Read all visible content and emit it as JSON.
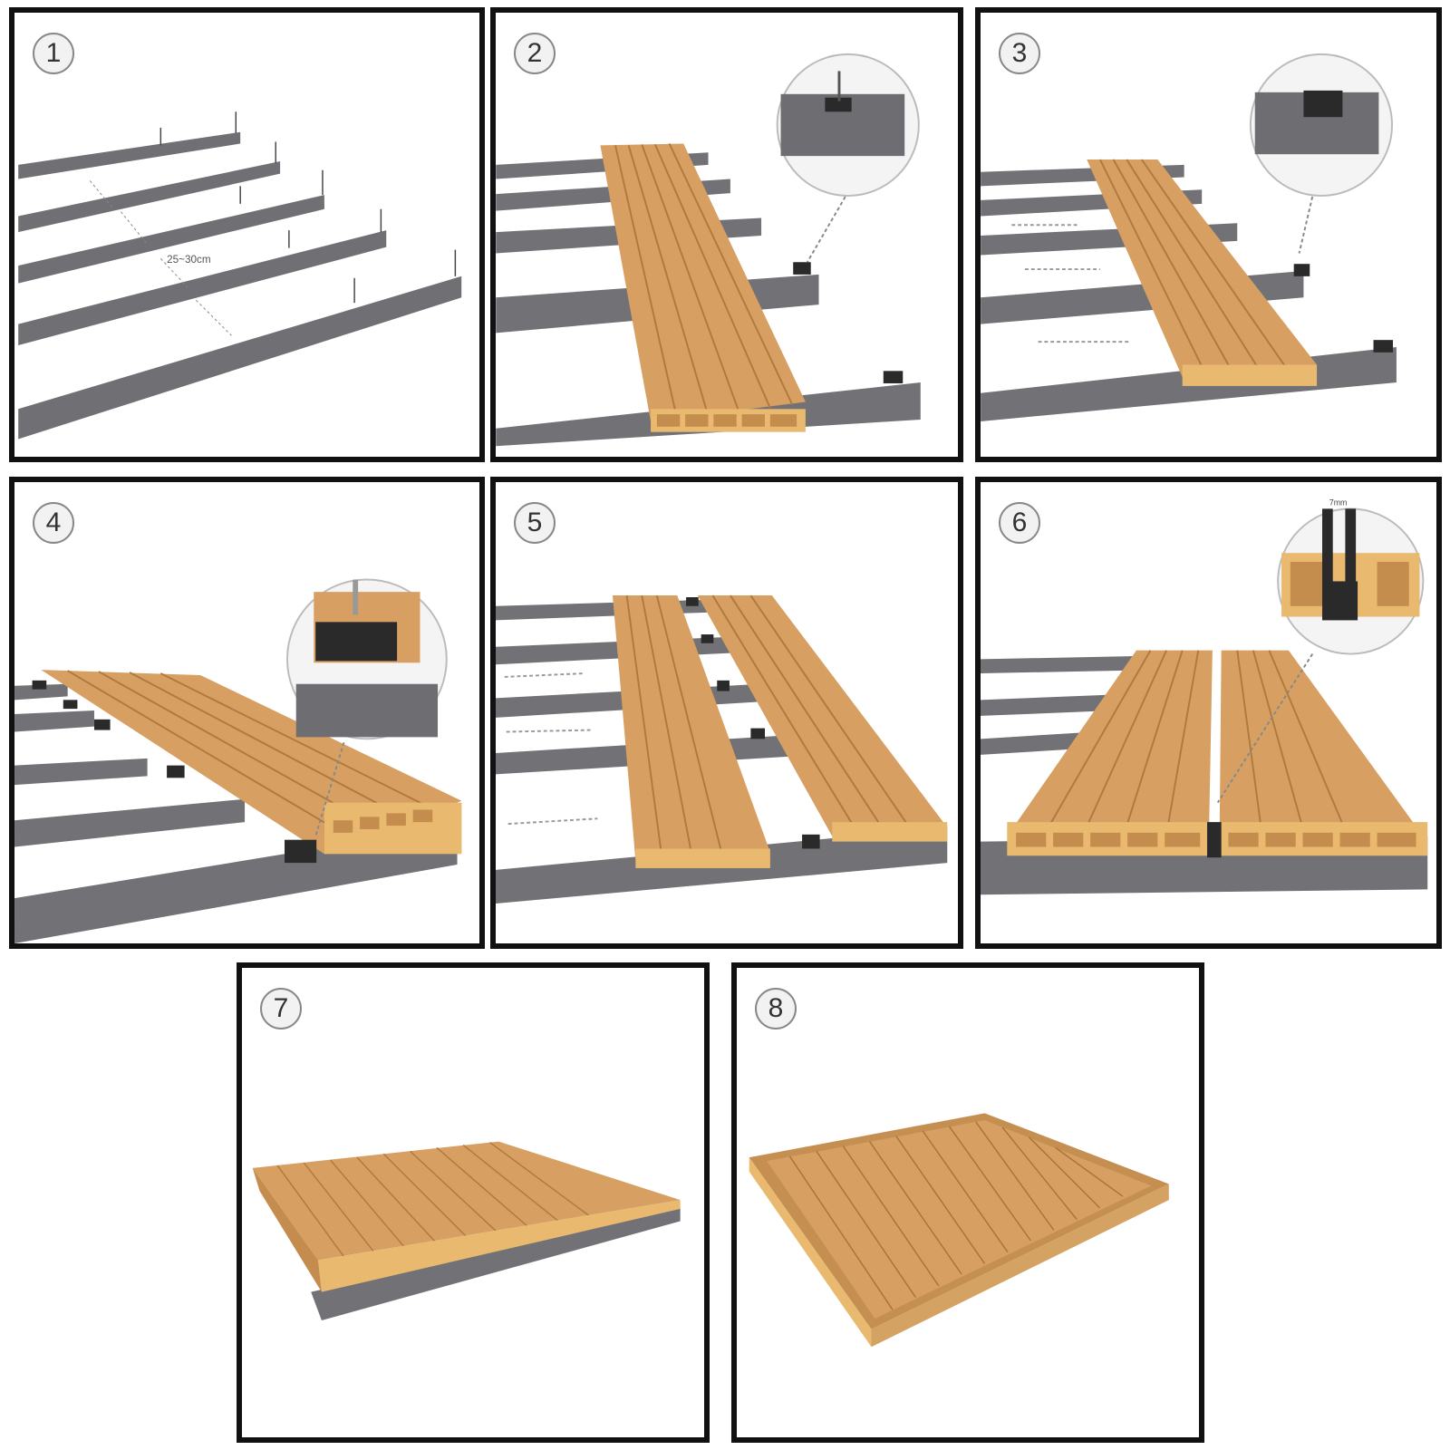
{
  "steps": [
    {
      "number": "1",
      "label": "25~30cm"
    },
    {
      "number": "2"
    },
    {
      "number": "3"
    },
    {
      "number": "4"
    },
    {
      "number": "5"
    },
    {
      "number": "6",
      "label": "7mm"
    },
    {
      "number": "7"
    },
    {
      "number": "8"
    }
  ],
  "colors": {
    "joist": "#6f6f73",
    "joist_top": "#8a8a8e",
    "board": "#d9a364",
    "board_dark": "#b98548",
    "board_edge": "#e9b96e",
    "clip": "#2a2a2a",
    "border": "#111111"
  },
  "icons": [
    "screw-icon",
    "clip-icon",
    "arrow-icon",
    "magnifier-circle"
  ]
}
